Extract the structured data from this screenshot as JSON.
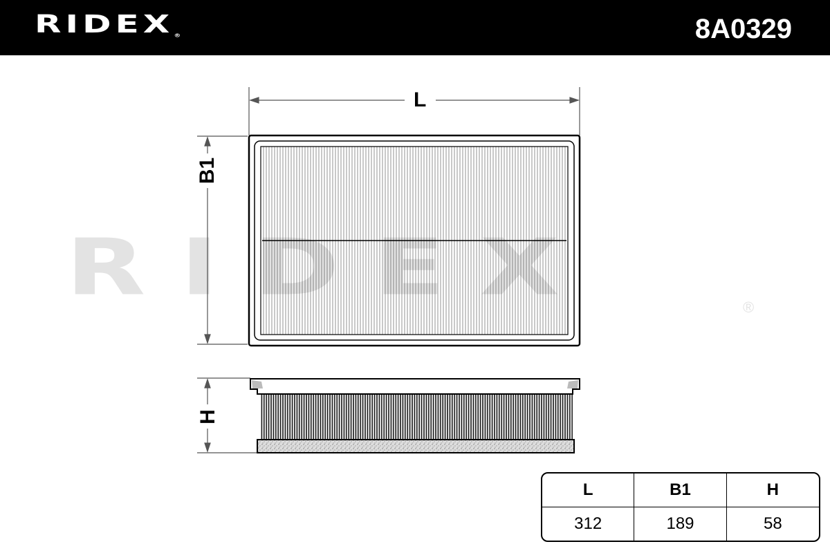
{
  "header": {
    "brand": "RIDEX",
    "registered": "®",
    "part_number": "8A0329"
  },
  "watermark": {
    "text": "RIDEX",
    "registered": "®"
  },
  "diagram": {
    "label_length": "L",
    "label_width": "B1",
    "label_height": "H"
  },
  "dimensions_table": {
    "headers": [
      "L",
      "B1",
      "H"
    ],
    "values": [
      "312",
      "189",
      "58"
    ]
  }
}
